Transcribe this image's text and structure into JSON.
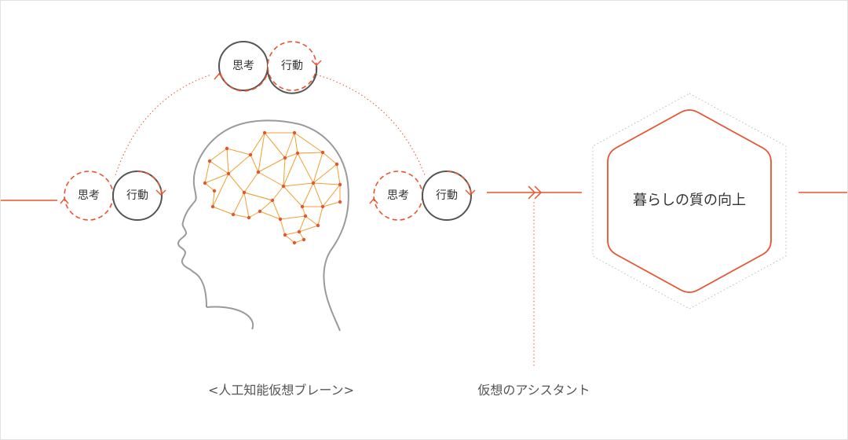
{
  "cycles": [
    {
      "think_label": "思考",
      "act_label": "行動"
    },
    {
      "think_label": "思考",
      "act_label": "行動"
    },
    {
      "think_label": "思考",
      "act_label": "行動"
    }
  ],
  "captions": {
    "brain": "<人工知能仮想ブレーン>",
    "assistant": "仮想のアシスタント"
  },
  "goal": {
    "label": "暮らしの質の向上"
  },
  "colors": {
    "accent": "#e8542f",
    "network": "#f0a030",
    "network_node": "#e8542f",
    "outline": "#555555",
    "head": "#9a9a9a",
    "dotted": "#bbbbbb"
  }
}
